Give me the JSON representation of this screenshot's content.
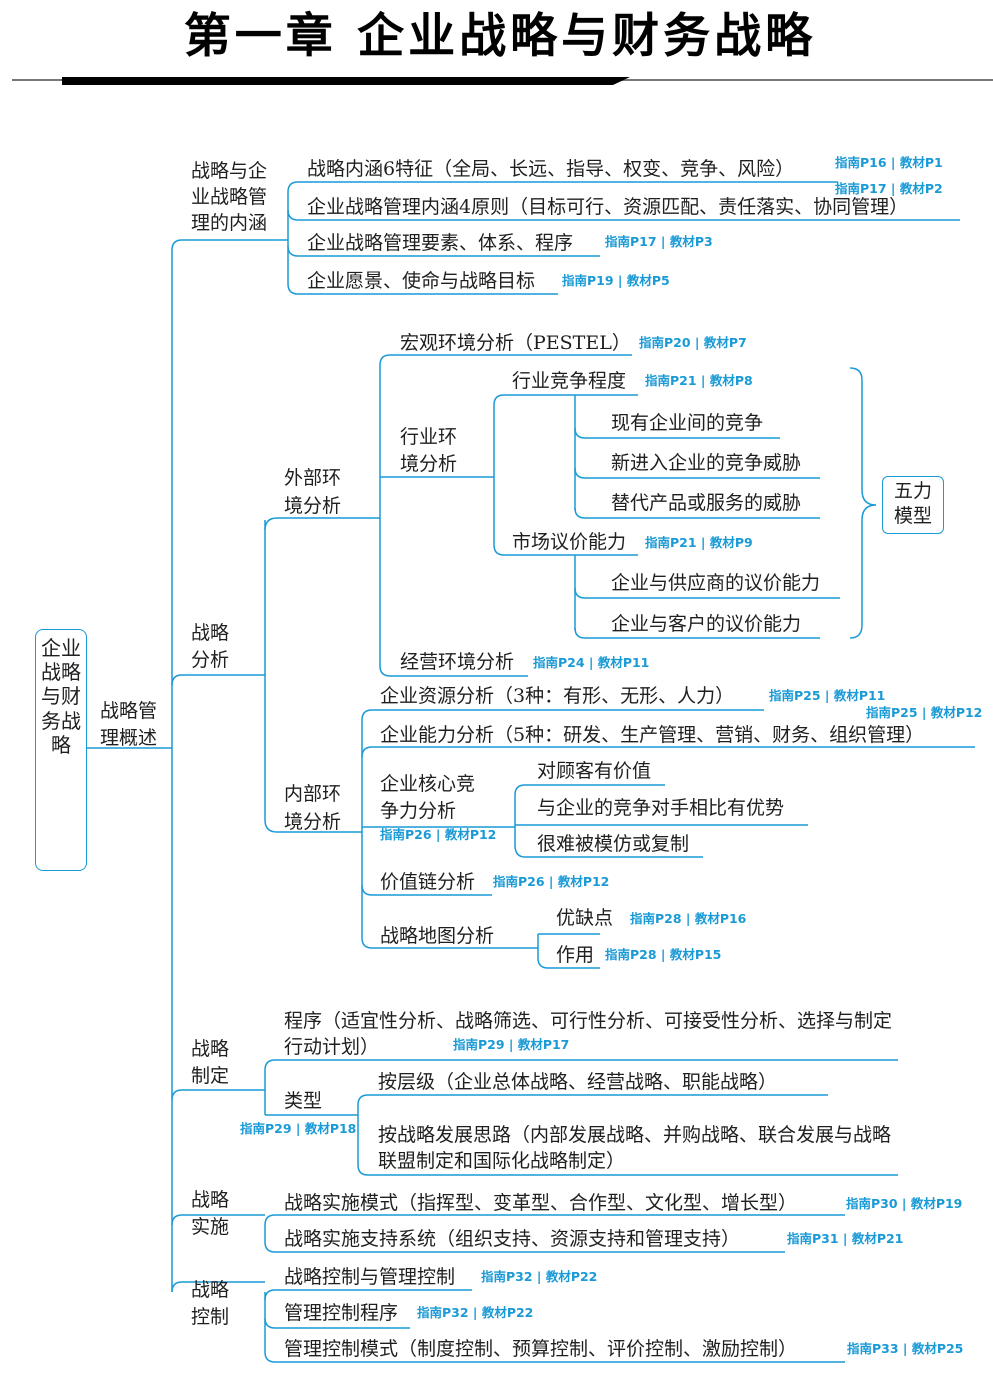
{
  "header": {
    "title": "第一章   企业战略与财务战略"
  },
  "root": {
    "label": "企业战略与财务战略"
  },
  "level1": {
    "label": "战略管理概述"
  },
  "sections": {
    "neihan": {
      "label": "战略与企业战略管理的内涵",
      "items": [
        {
          "text": "战略内涵6特征（全局、长远、指导、权变、竞争、风险）",
          "ref": "指南P16 | 教材P1"
        },
        {
          "text": "企业战略管理内涵4原则（目标可行、资源匹配、责任落实、协同管理）",
          "ref": "指南P17 | 教材P2"
        },
        {
          "text": "企业战略管理要素、体系、程序",
          "ref": "指南P17 | 教材P3"
        },
        {
          "text": "企业愿景、使命与战略目标",
          "ref": "指南P19 | 教材P5"
        }
      ]
    },
    "fenxi": {
      "label": "战略分析",
      "external": {
        "label": "外部环境分析",
        "macro": {
          "text": "宏观环境分析（PESTEL）",
          "ref": "指南P20 | 教材P7"
        },
        "industry": {
          "label": "行业环境分析",
          "competition": {
            "text": "行业竞争程度",
            "ref": "指南P21 | 教材P8"
          },
          "competition_items": [
            "现有企业间的竞争",
            "新进入企业的竞争威胁",
            "替代产品或服务的威胁"
          ],
          "bargaining": {
            "text": "市场议价能力",
            "ref": "指南P21 | 教材P9"
          },
          "bargaining_items": [
            "企业与供应商的议价能力",
            "企业与客户的议价能力"
          ],
          "five_forces": "五力模型"
        },
        "operating": {
          "text": "经营环境分析",
          "ref": "指南P24 | 教材P11"
        }
      },
      "internal": {
        "label": "内部环境分析",
        "resource": {
          "text": "企业资源分析（3种：有形、无形、人力）",
          "ref": "指南P25 | 教材P11"
        },
        "capability": {
          "text": "企业能力分析（5种：研发、生产管理、营销、财务、组织管理）",
          "ref": "指南P25 | 教材P12"
        },
        "core": {
          "label": "企业核心竞争力分析",
          "ref": "指南P26 | 教材P12",
          "items": [
            "对顾客有价值",
            "与企业的竞争对手相比有优势",
            "很难被模仿或复制"
          ]
        },
        "value_chain": {
          "text": "价值链分析",
          "ref": "指南P26 | 教材P12"
        },
        "strategy_map": {
          "label": "战略地图分析",
          "items": [
            {
              "text": "优缺点",
              "ref": "指南P28 | 教材P16"
            },
            {
              "text": "作用",
              "ref": "指南P28 | 教材P15"
            }
          ]
        }
      }
    },
    "zhiding": {
      "label": "战略制定",
      "procedure": {
        "text": "程序（适宜性分析、战略筛选、可行性分析、可接受性分析、选择与制定行动计划）",
        "ref": "指南P29 | 教材P17"
      },
      "types": {
        "label": "类型",
        "ref": "指南P29 | 教材P18",
        "items": [
          "按层级（企业总体战略、经营战略、职能战略）",
          "按战略发展思路（内部发展战略、并购战略、联合发展与战略联盟制定和国际化战略制定）"
        ]
      }
    },
    "shishi": {
      "label": "战略实施",
      "items": [
        {
          "text": "战略实施模式（指挥型、变革型、合作型、文化型、增长型）",
          "ref": "指南P30 | 教材P19"
        },
        {
          "text": "战略实施支持系统（组织支持、资源支持和管理支持）",
          "ref": "指南P31 | 教材P21"
        }
      ]
    },
    "kongzhi": {
      "label": "战略控制",
      "items": [
        {
          "text": "战略控制与管理控制",
          "ref": "指南P32 | 教材P22"
        },
        {
          "text": "管理控制程序",
          "ref": "指南P32 | 教材P22"
        },
        {
          "text": "管理控制模式（制度控制、预算控制、评价控制、激励控制）",
          "ref": "指南P33 | 教材P25"
        }
      ]
    }
  },
  "colors": {
    "accent": "#1a9ad6",
    "text": "#1f1f1f",
    "header_rule": "#000000"
  }
}
